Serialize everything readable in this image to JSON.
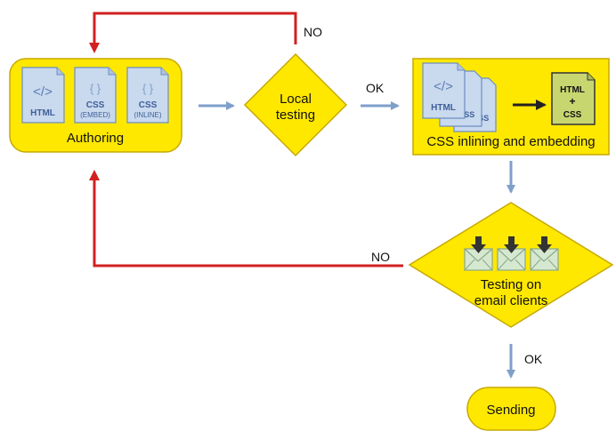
{
  "nodes": {
    "authoring": {
      "label": "Authoring",
      "docs": [
        {
          "top": "</>",
          "bottom": "HTML"
        },
        {
          "top": "{ }",
          "bottom": "CSS",
          "sub": "(EMBED)"
        },
        {
          "top": "{ }",
          "bottom": "CSS",
          "sub": "(INLINE)"
        }
      ]
    },
    "local_testing": {
      "label_line1": "Local",
      "label_line2": "testing"
    },
    "inlining": {
      "label": "CSS inlining and embedding",
      "doc_html": "HTML",
      "doc_css_a": "CSS",
      "doc_css_b": "CSS",
      "result_line1": "HTML",
      "result_plus": "+",
      "result_line2": "CSS"
    },
    "email_testing": {
      "label_line1": "Testing on",
      "label_line2": "email clients"
    },
    "sending": {
      "label": "Sending"
    }
  },
  "edges": {
    "local_no": "NO",
    "local_ok": "OK",
    "email_no": "NO",
    "email_ok": "OK"
  },
  "colors": {
    "node_fill": "#FFE800",
    "node_stroke": "#C8A800",
    "arrow_blue": "#7F9FCB",
    "arrow_red": "#D22020",
    "doc_fill": "#C9D9EE",
    "doc_stroke": "#6E8FBF",
    "result_fill": "#C8D670"
  }
}
